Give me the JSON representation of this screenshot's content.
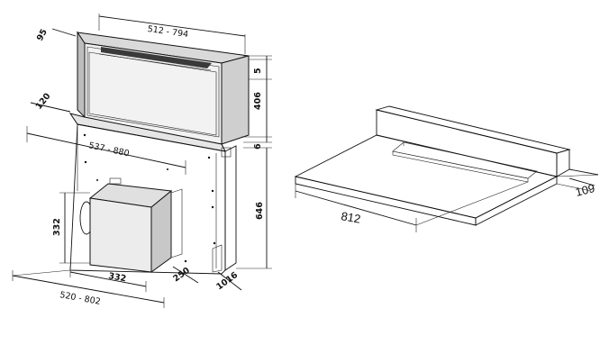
{
  "left_drawing": {
    "dims": {
      "top_depth": "95",
      "top_width": "512 - 794",
      "panel_gap": "5",
      "height_above": "406",
      "side_depth": "120",
      "frame_width": "537 - 880",
      "step": "6",
      "total_height": "646",
      "motor_height": "332",
      "motor_width": "332",
      "motor_depth": "250",
      "base_width": "520 - 802",
      "base_depth": "1016"
    }
  },
  "right_drawing": {
    "dims": {
      "cutout_width": "812",
      "cutout_depth": "109"
    }
  }
}
